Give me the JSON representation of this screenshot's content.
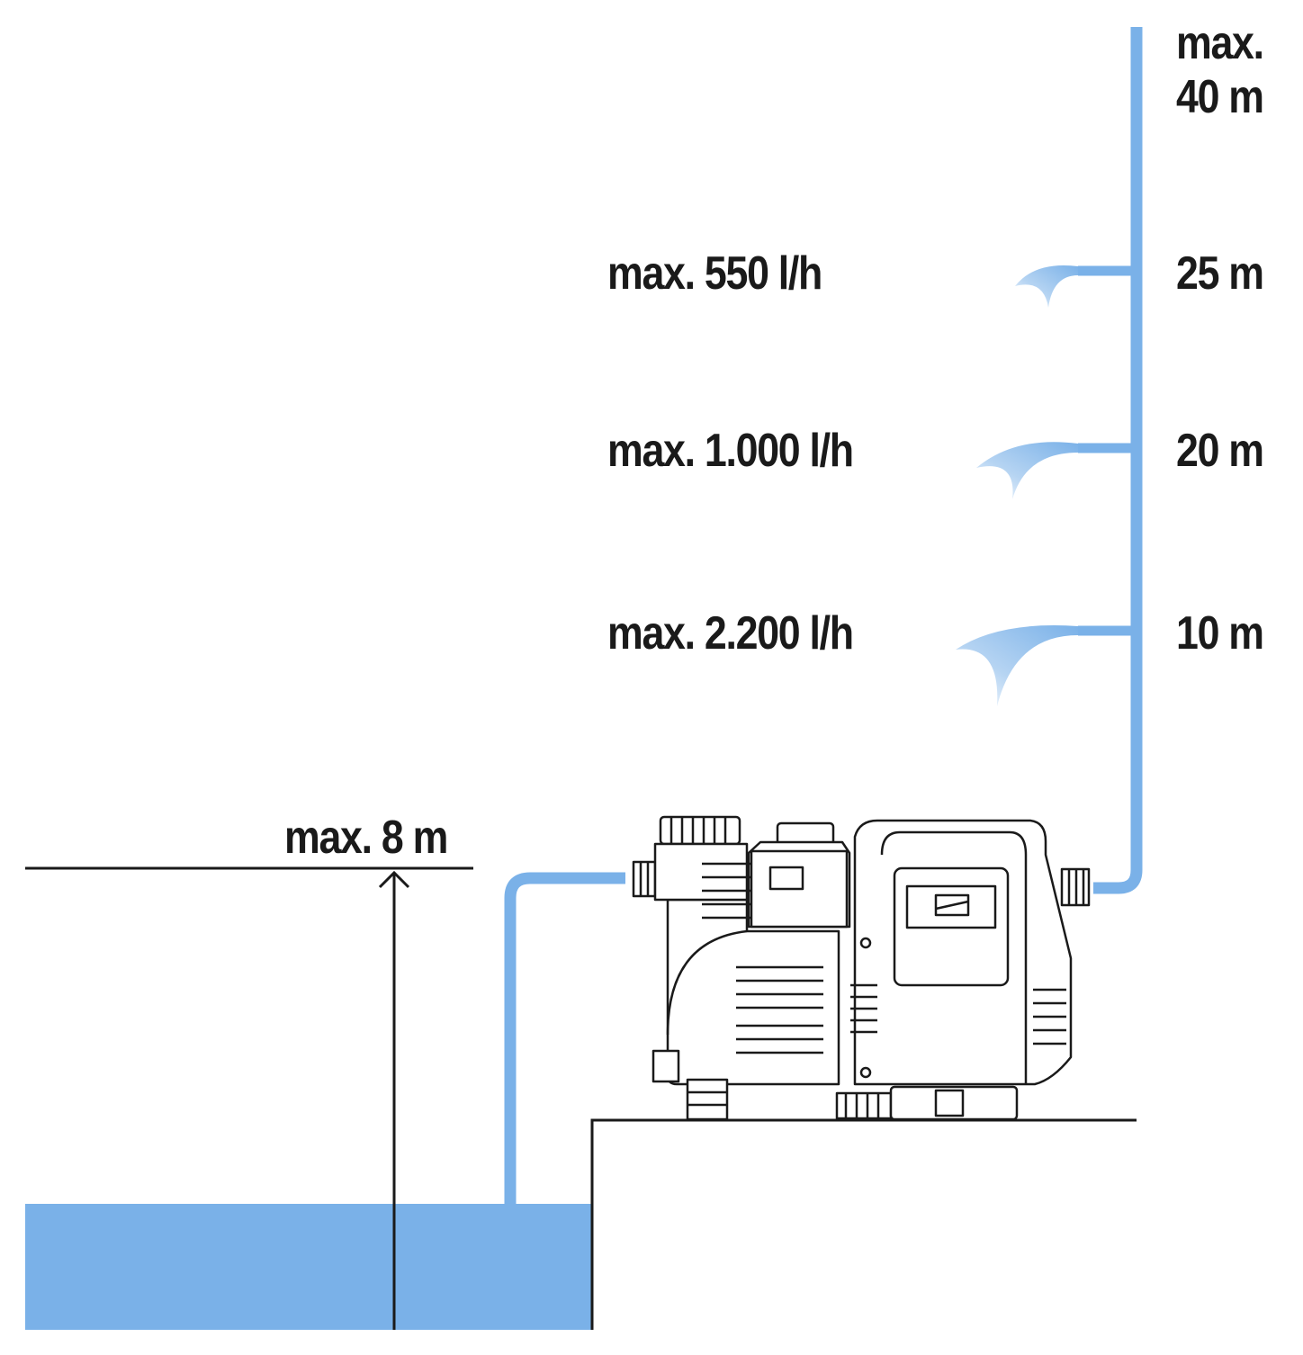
{
  "colors": {
    "water": "#7ab1e8",
    "line": "#1a1a1a",
    "background": "#ffffff"
  },
  "height_labels": {
    "max_height_line1": "max.",
    "max_height_line2": "40 m",
    "h25": "25 m",
    "h20": "20 m",
    "h10": "10 m"
  },
  "flow_labels": {
    "f550": "max. 550 l/h",
    "f1000": "max. 1.000 l/h",
    "f2200": "max. 2.200 l/h"
  },
  "suction": {
    "label": "max. 8 m"
  },
  "icons": [
    "pump-icon",
    "up-arrow-icon",
    "water-spray-icon"
  ]
}
